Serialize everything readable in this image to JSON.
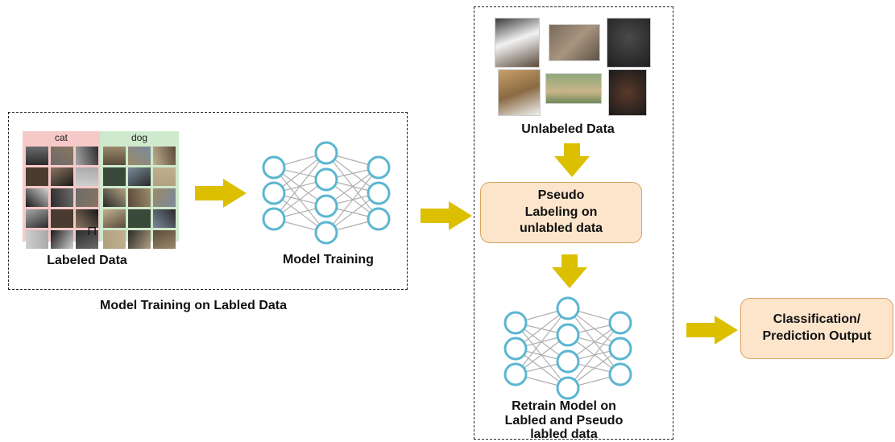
{
  "left_section": {
    "group_label": "Model Training on Labled Data",
    "labeled_data_label": "Labeled Data",
    "model_training_label": "Model Training",
    "cat_header": "cat",
    "dog_header": "dog"
  },
  "right_section": {
    "unlabeled_data_label": "Unlabeled Data",
    "pseudo_labeling_text": "Pseudo\nLabeling on\nunlabled data",
    "retrain_label": "Retrain Model on\nLabled and Pseudo\nlabled data"
  },
  "output": {
    "classification_text": "Classification/\nPrediction Output"
  },
  "colors": {
    "arrow": "#dcc000",
    "node_stroke": "#5bb6d1",
    "box_fill": "#fde5cc",
    "cat_panel": "#f6c9c9",
    "dog_panel": "#cfe9cc"
  }
}
